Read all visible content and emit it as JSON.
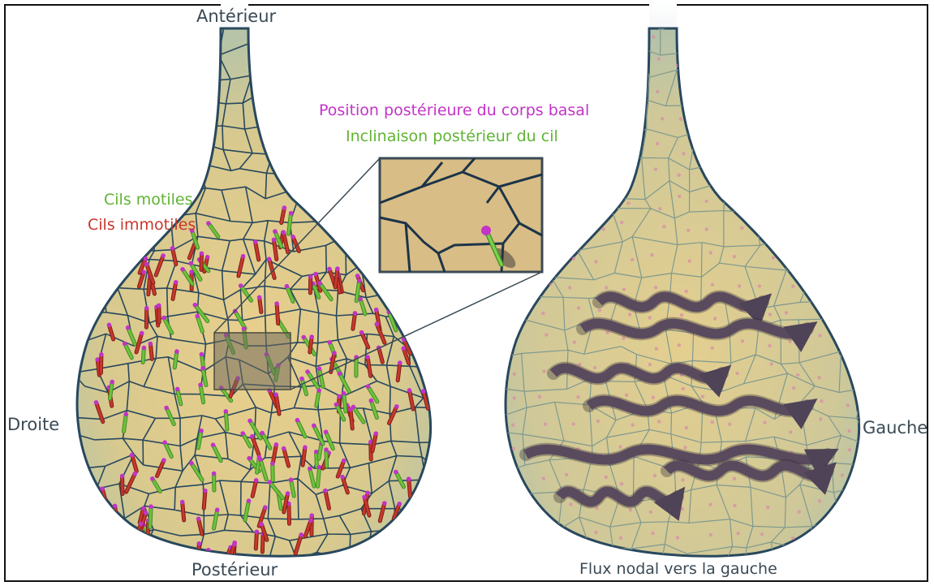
{
  "labels": {
    "anterior": "Antérieur",
    "posterior": "Postérieur",
    "right": "Droite",
    "left": "Gauche",
    "motile_cilia": "Cils motiles",
    "immotile_cilia": "Cils immotiles",
    "basal_body_position": "Position postérieure du corps basal",
    "cilium_tilt": "Inclinaison postérieur du cil",
    "nodal_flow": "Flux nodal vers la gauche"
  },
  "colors": {
    "motile": "#6fc23a",
    "immotile": "#c9372c",
    "basal_body": "#c233c8",
    "tissue": "#e2c98a",
    "border": "#28485e",
    "flow_arrow": "#5a4a5e",
    "label_text": "#3a4a55"
  }
}
